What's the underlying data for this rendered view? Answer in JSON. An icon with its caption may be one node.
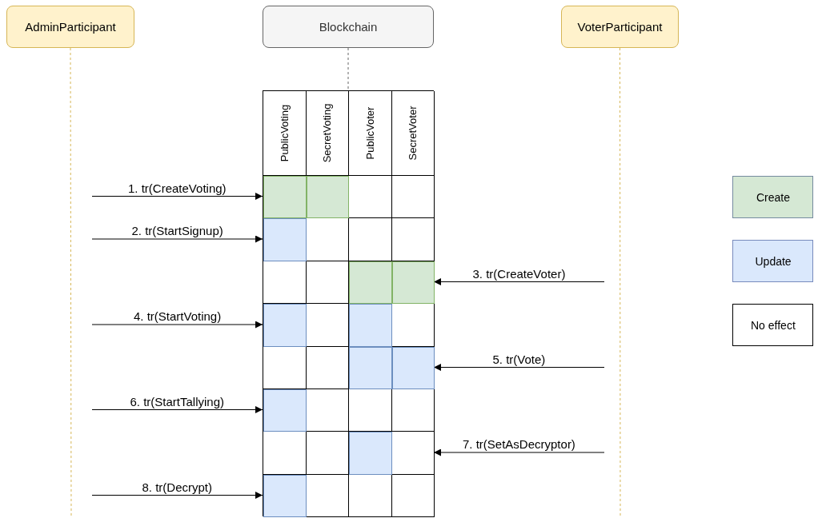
{
  "diagram": {
    "nodes": [
      {
        "text": [
          "AdminParticipant"
        ]
      },
      {
        "text": [
          "Blockchain"
        ]
      },
      {
        "text": [
          "VoterParticipant"
        ]
      },
      {
        "text": [],
        "shape": "box"
      },
      {
        "text": [
          "PublicVoting"
        ],
        "in": 3
      },
      {
        "text": [
          "SecretVoting"
        ],
        "in": 3
      },
      {
        "text": [
          "PublicVoter"
        ],
        "in": 3
      },
      {
        "text": [
          "SecretVoter"
        ],
        "in": 3
      },
      {
        "text": [],
        "shape": "box",
        "in": 3
      },
      {
        "text": [],
        "shape": "box",
        "in": 3
      },
      {
        "text": [],
        "shape": "box",
        "in": 3
      },
      {
        "text": [],
        "shape": "box",
        "in": 3
      },
      {
        "text": [],
        "shape": "box",
        "in": 3
      },
      {
        "text": [],
        "shape": "box",
        "in": 3
      },
      {
        "text": [],
        "shape": "box",
        "in": 3
      },
      {
        "text": [],
        "shape": "box",
        "in": 3
      },
      {
        "text": [],
        "shape": "box",
        "in": 3
      },
      {
        "text": [],
        "shape": "box",
        "in": 3
      },
      {
        "text": [],
        "shape": "box",
        "in": 3
      },
      {
        "text": [],
        "shape": "box",
        "in": 3
      },
      {
        "text": [],
        "shape": "box",
        "in": 3
      },
      {
        "text": [],
        "shape": "box",
        "in": 3
      },
      {
        "text": [],
        "shape": "box",
        "in": 3
      },
      {
        "text": [],
        "shape": "box",
        "in": 3
      },
      {
        "text": [],
        "shape": "box",
        "in": 3
      },
      {
        "text": [],
        "shape": "box",
        "in": 3
      },
      {
        "text": [],
        "shape": "box",
        "in": 3
      },
      {
        "text": [],
        "shape": "box",
        "in": 3
      },
      {
        "text": [],
        "shape": "box",
        "in": 3
      },
      {
        "text": [],
        "shape": "box",
        "in": 3
      },
      {
        "text": [],
        "shape": "box",
        "in": 3
      },
      {
        "text": [],
        "shape": "box",
        "in": 3
      },
      {
        "text": [],
        "shape": "box",
        "in": 3
      },
      {
        "text": [],
        "shape": "box",
        "in": 3
      },
      {
        "text": [],
        "shape": "box",
        "in": 3
      },
      {
        "text": [],
        "shape": "box",
        "in": 3
      },
      {
        "text": [],
        "shape": "box",
        "in": 3
      },
      {
        "text": [],
        "shape": "box",
        "in": 3
      },
      {
        "text": [],
        "shape": "box",
        "in": 3
      },
      {
        "text": [],
        "shape": "box",
        "in": 3
      }
    ],
    "edges": [
      {
        "from": 0,
        "to": null,
        "arrow": "none",
        "style": "dashed",
        "color": "#d6b656"
      },
      {
        "from": 1,
        "to": 3,
        "arrow": "none",
        "style": "dashed",
        "color": "#666666"
      },
      {
        "from": 2,
        "to": null,
        "arrow": "none",
        "style": "dashed",
        "color": "#d6b656"
      },
      {
        "from": null,
        "to": 8,
        "arrow": "to",
        "label": "1. tr(CreateVoting)"
      },
      {
        "from": null,
        "to": 12,
        "arrow": "to",
        "label": "2. tr(StartSignup)"
      },
      {
        "from": null,
        "to": 19,
        "arrow": "to",
        "label": "3. tr(CreateVoter)"
      },
      {
        "from": null,
        "to": 20,
        "arrow": "to",
        "label": "4. tr(StartVoting)"
      },
      {
        "from": null,
        "to": 27,
        "arrow": "to",
        "label": "5. tr(Vote)"
      },
      {
        "from": null,
        "to": 28,
        "arrow": "to",
        "label": "6. tr(StartTallying)"
      },
      {
        "from": null,
        "to": 35,
        "arrow": "to",
        "label": "7. tr(SetAsDecryptor)"
      },
      {
        "from": null,
        "to": 36,
        "arrow": "to",
        "label": "8. tr(Decrypt)"
      }
    ],
    "legend": [
      {
        "text": "Create",
        "color": "#d5e8d4"
      },
      {
        "text": "Update",
        "color": "#dae8fc"
      },
      {
        "text": "No effect",
        "color": "#ffffff"
      }
    ]
  }
}
